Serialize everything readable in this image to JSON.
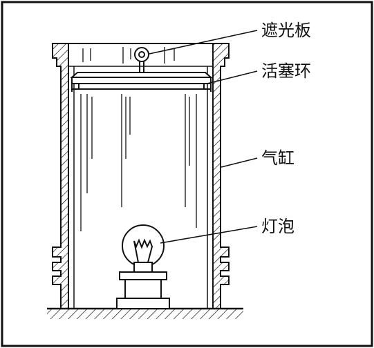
{
  "diagram": {
    "labels": {
      "shade_plate": "遮光板",
      "piston_ring": "活塞环",
      "cylinder": "气缸",
      "bulb": "灯泡"
    }
  },
  "colors": {
    "stroke": "#111111",
    "background": "#ffffff"
  }
}
